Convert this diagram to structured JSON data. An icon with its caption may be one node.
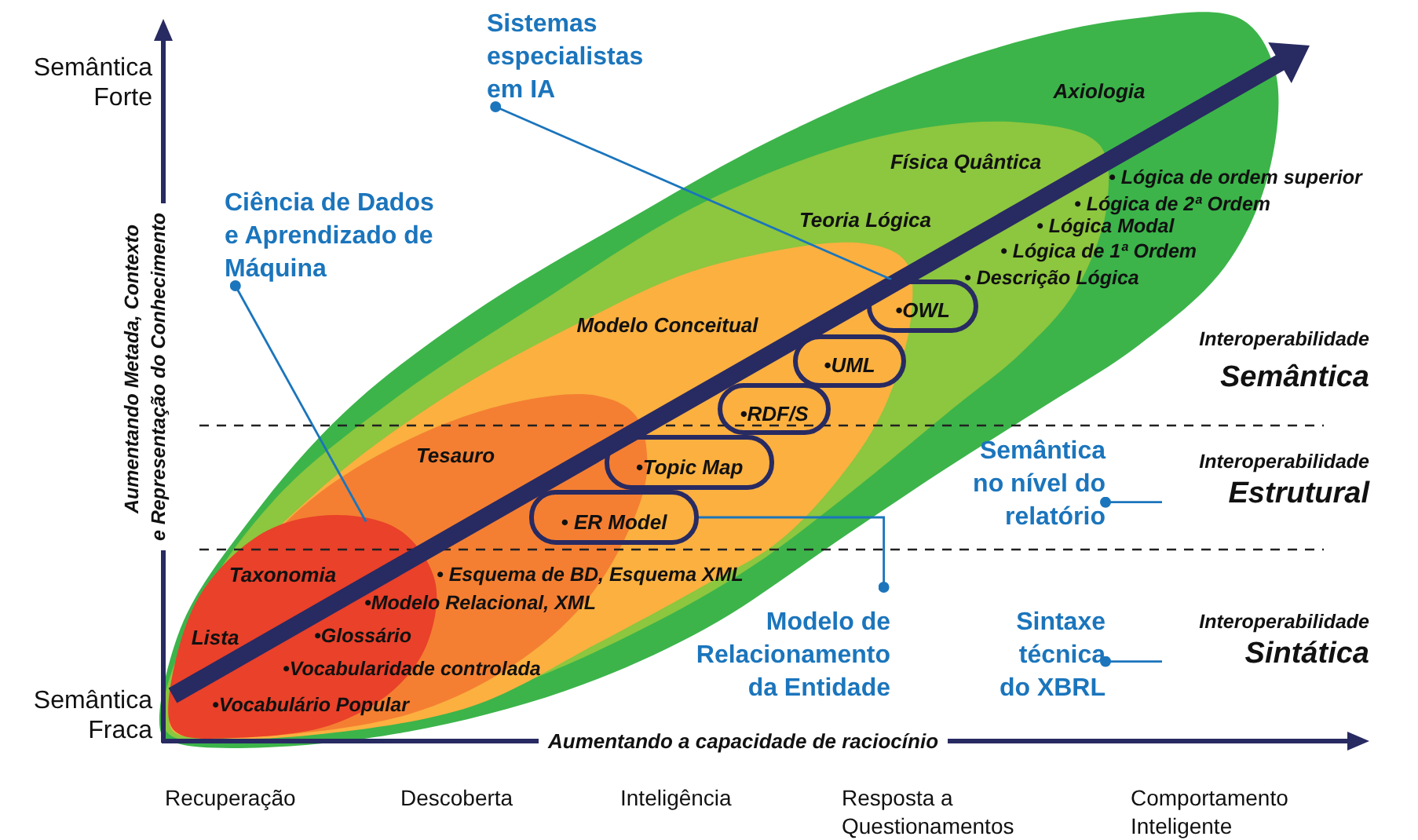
{
  "diagram": {
    "nodes": [
      {
        "text": [
          "Axiologia"
        ]
      },
      {
        "text": [
          "Física Quântica",
          "Teoria Lógica"
        ],
        "in": 0
      },
      {
        "text": [
          "Modelo Conceitual"
        ],
        "in": 1
      },
      {
        "text": [
          "Tesauro"
        ],
        "in": 2
      },
      {
        "text": [
          "Taxonomia",
          "Lista"
        ],
        "in": 3
      },
      {
        "text": [
          "•OWL"
        ],
        "in": 1
      },
      {
        "text": [
          "•UML"
        ],
        "in": 2
      },
      {
        "text": [
          "•RDF/S"
        ],
        "in": 2
      },
      {
        "text": [
          "•Topic Map"
        ],
        "in": 2
      },
      {
        "text": [
          "• ER Model"
        ],
        "in": 2
      },
      {
        "text": [
          "Sistemas especialistas em IA"
        ]
      },
      {
        "text": [
          "Ciência de Dados e Aprendizado de Máquina"
        ]
      },
      {
        "text": [
          "Modelo de Relacionamento da Entidade"
        ]
      },
      {
        "text": [
          "Semântica no nível do relatório"
        ]
      },
      {
        "text": [
          "Sintaxe técnica do XBRL"
        ]
      },
      {
        "text": [
          "Interoperabilidade",
          "Estrutural"
        ]
      },
      {
        "text": [
          "Interoperabilidade",
          "Sintática"
        ]
      }
    ],
    "edges": [
      {
        "from": 10,
        "to": 5,
        "arrow": "other"
      },
      {
        "from": 11,
        "to": 4,
        "arrow": "other"
      },
      {
        "from": 12,
        "to": 9,
        "arrow": "other"
      },
      {
        "from": 13,
        "to": 15,
        "arrow": "other"
      },
      {
        "from": 14,
        "to": 16,
        "arrow": "other"
      }
    ],
    "labels": [
      "Semântica Forte",
      "Aumentando Metada, Contexto",
      "e Representação do Conhecimento",
      "• Lógica de ordem superior",
      "• Lógica de 2ª Ordem",
      "• Lógica Modal",
      "• Lógica de 1ª Ordem",
      "• Descrição Lógica",
      "Interoperabilidade",
      "Semântica",
      "• Esquema de BD, Esquema XML",
      "•Modelo Relacional, XML",
      "•Glossário",
      "•Vocabularidade controlada",
      "•Vocabulário Popular",
      "Semântica Fraca",
      "Aumentando a capacidade de raciocínio",
      "Recuperação",
      "Descoberta",
      "Inteligência",
      "Resposta a Questionamentos",
      "Comportamento Inteligente"
    ]
  }
}
